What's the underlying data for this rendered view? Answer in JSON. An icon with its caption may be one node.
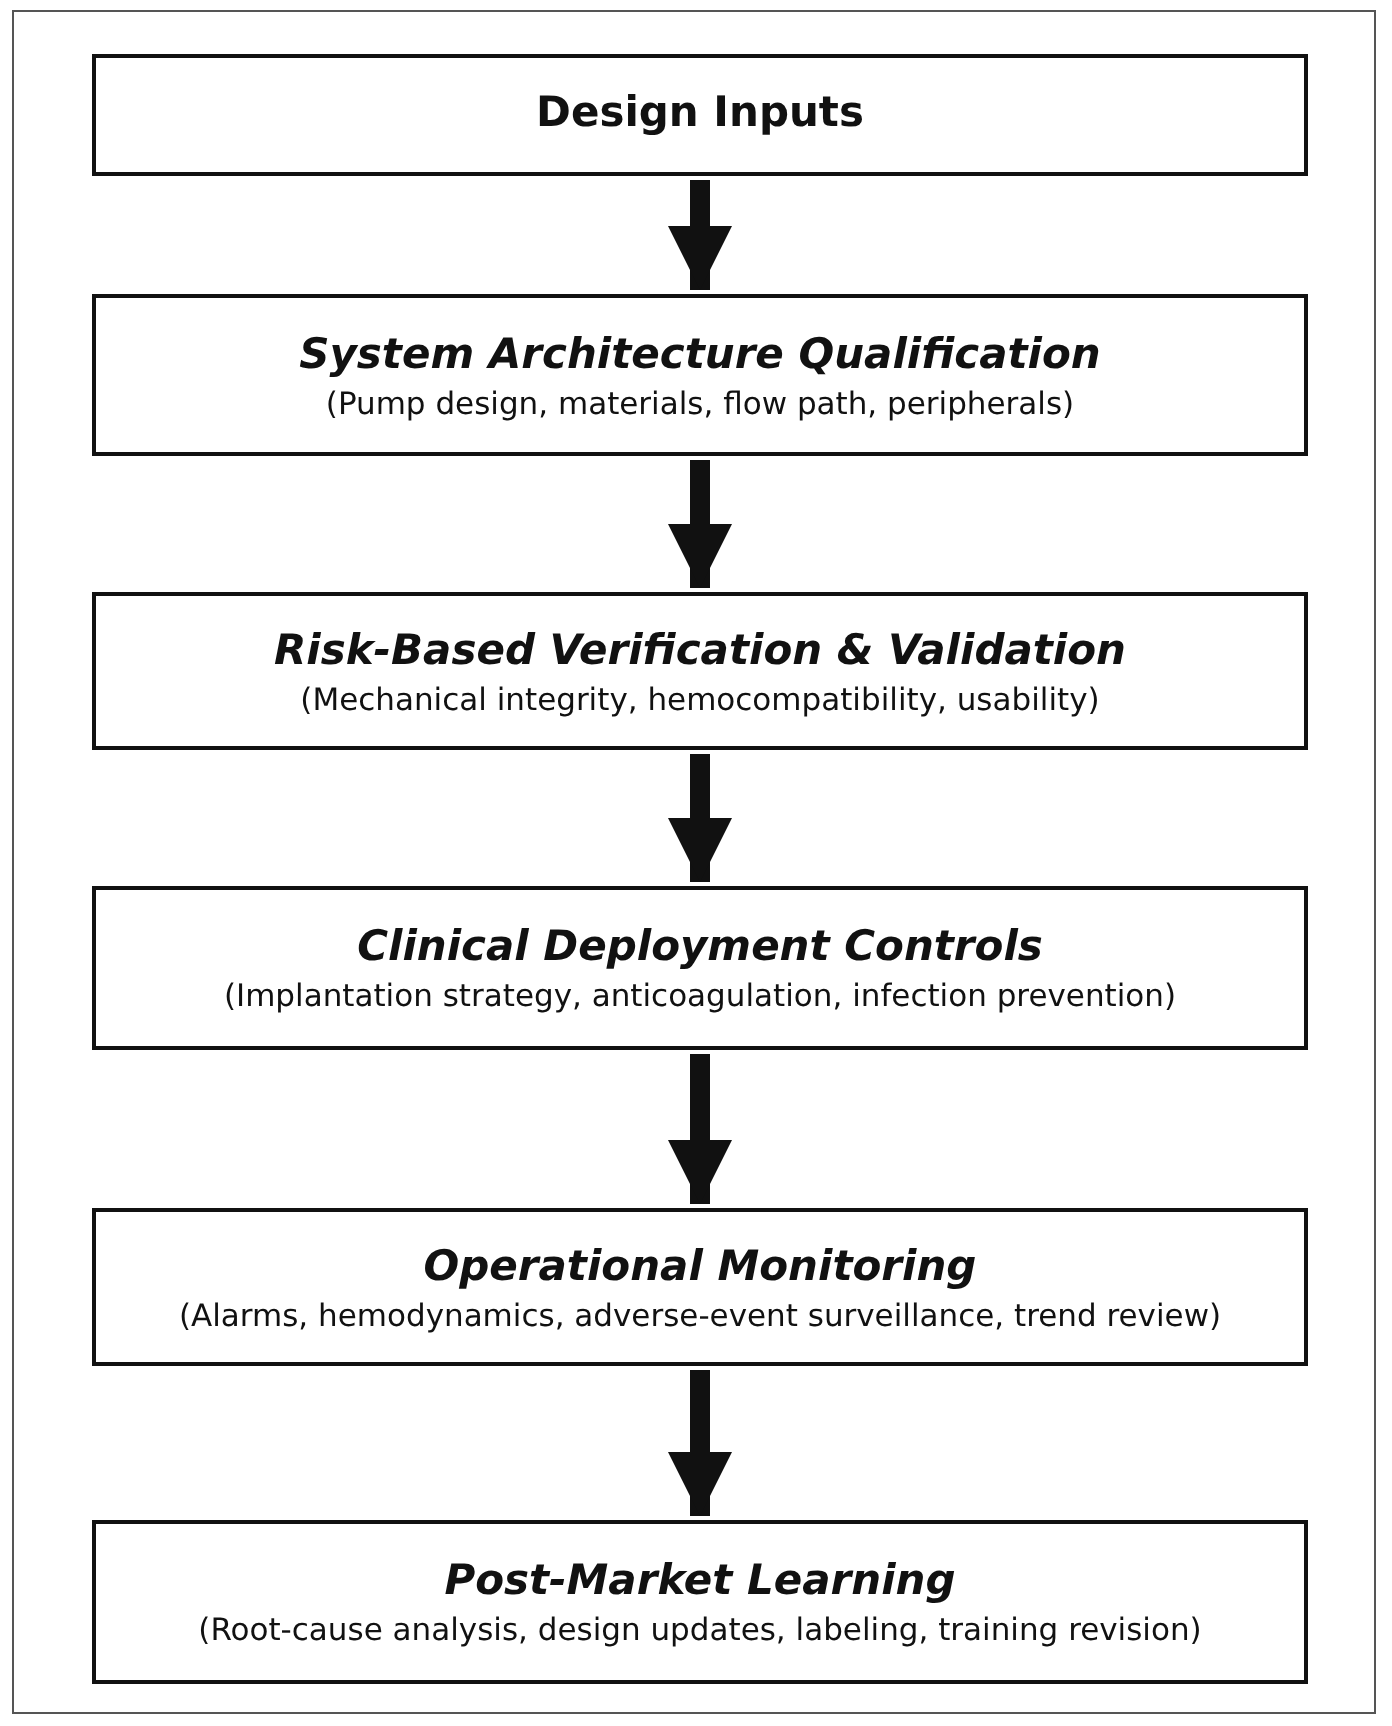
{
  "diagram": {
    "nodes": [
      {
        "text": [
          "Design Inputs"
        ]
      },
      {
        "text": [
          "System Architecture Qualification",
          "(Pump design, materials, flow path, peripherals)"
        ]
      },
      {
        "text": [
          "Risk-Based Verification & Validation",
          "(Mechanical integrity, hemocompatibility, usability)"
        ]
      },
      {
        "text": [
          "Clinical Deployment Controls",
          "(Implantation strategy, anticoagulation, infection prevention)"
        ]
      },
      {
        "text": [
          "Operational Monitoring",
          "(Alarms, hemodynamics, adverse-event surveillance, trend review)"
        ]
      },
      {
        "text": [
          "Post-Market Learning",
          "(Root-cause analysis, design updates, labeling, training revision)"
        ]
      }
    ],
    "edges": [
      {
        "from": 0,
        "to": 1,
        "arrow": "to"
      },
      {
        "from": 1,
        "to": 2,
        "arrow": "to"
      },
      {
        "from": 2,
        "to": 3,
        "arrow": "to"
      },
      {
        "from": 3,
        "to": 4,
        "arrow": "to"
      },
      {
        "from": 4,
        "to": 5,
        "arrow": "to"
      }
    ]
  }
}
